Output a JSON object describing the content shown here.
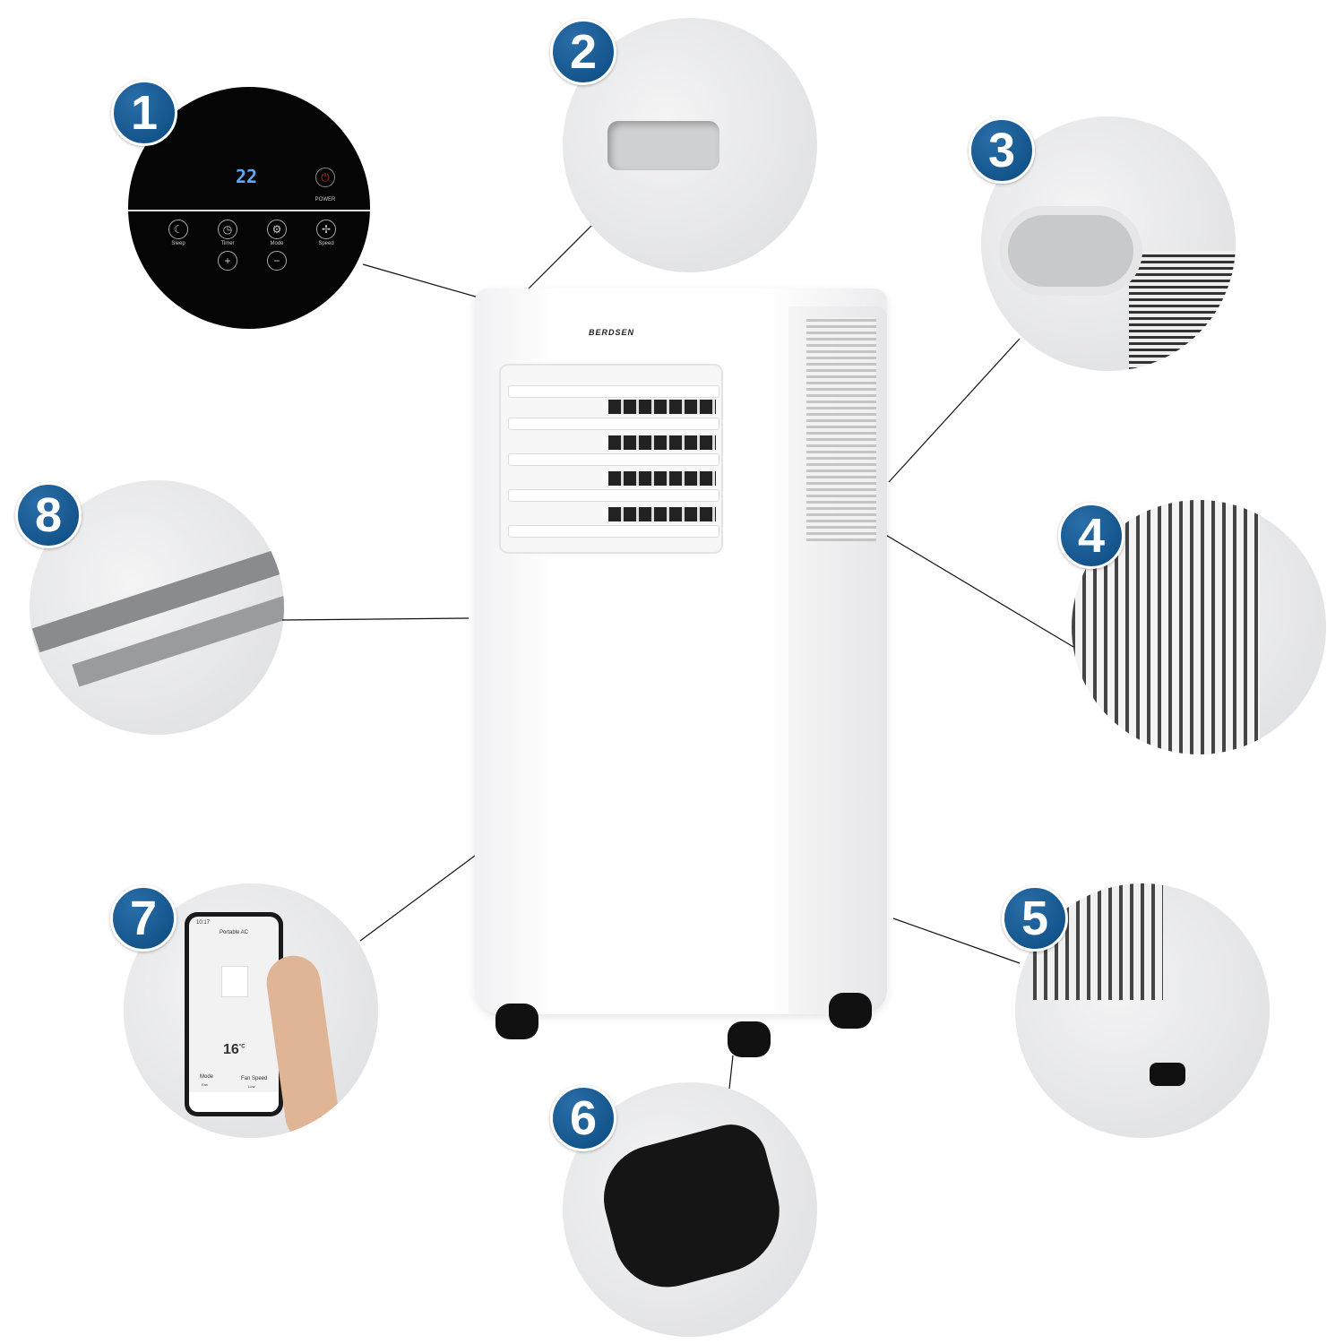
{
  "brand": "BERDSEN",
  "callouts": [
    "1",
    "2",
    "3",
    "4",
    "5",
    "6",
    "7",
    "8"
  ],
  "control_panel": {
    "temperature": "22",
    "power_label": "POWER",
    "buttons": [
      "Sleep",
      "Timer",
      "Mode",
      "Speed"
    ],
    "plus": "+",
    "minus": "−"
  },
  "phone_app": {
    "time": "10:17",
    "title": "Portable AC",
    "temperature": "16",
    "unit": "°C",
    "mode_label": "Mode",
    "mode_value": "Fan",
    "fan_speed_label": "Fan Speed",
    "fan_speed_value": "Low"
  },
  "colors": {
    "badge": "#0b4a80",
    "display": "#5aa8ff",
    "power": "#c0282a"
  }
}
